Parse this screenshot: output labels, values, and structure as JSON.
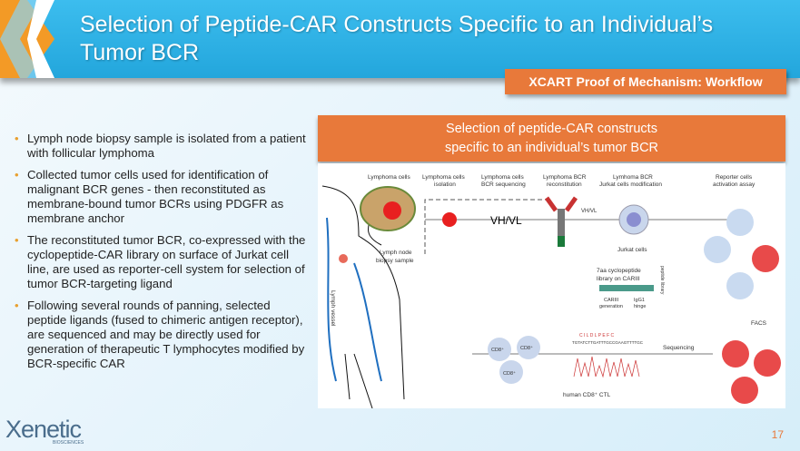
{
  "header": {
    "title": "Selection of Peptide-CAR Constructs Specific to an Individual’s Tumor BCR",
    "tag": "XCART Proof of Mechanism: Workflow"
  },
  "bullets": [
    "Lymph node biopsy sample is isolated from a patient with follicular lymphoma",
    "Collected tumor cells used for identification of malignant BCR genes - then reconstituted as membrane-bound tumor BCRs using PDGFR as membrane anchor",
    "The reconstituted tumor BCR, co-expressed with the cyclopeptide-CAR library on surface of Jurkat cell line, are used as reporter-cell system for selection of tumor BCR-targeting ligand",
    "Following several rounds of panning, selected peptide ligands (fused to chimeric antigen receptor), are sequenced and may be directly used for generation of therapeutic T lymphocytes modified by BCR-specific CAR"
  ],
  "figure": {
    "title_line1": "Selection of peptide-CAR constructs",
    "title_line2": "specific to an individual’s tumor BCR",
    "labels": {
      "s1a": "Lymphoma cells",
      "s2a": "Lymphoma cells",
      "s2b": "isolation",
      "s3a": "Lymphoma cells",
      "s3b": "BCR sequencing",
      "s4a": "Lymphoma BCR",
      "s4b": "reconstitution",
      "s5a": "Lymhoma BCR",
      "s5b": "Jurkat cells modification",
      "s6a": "Reporter cells",
      "s6b": "activation assay",
      "vhvl": "VH/VL",
      "vhvl_small": "VH/VL",
      "jurkat": "Jurkat cells",
      "lymph1": "Lymph node",
      "lymph2": "biopsy sample",
      "vessel": "Lymph vessel",
      "lib1": "7aa cyclopeptide",
      "lib2": "library on CARIII",
      "carIII1": "CARIII",
      "carIII2": "generation",
      "igg1": "IgG1",
      "igg2": "hinge",
      "peptide_lib": "peptide library",
      "facs": "FACS",
      "sequencing": "Sequencing",
      "peptide_seq": "C I L D L P E F C",
      "dna_seq": "TGTATCTTGATTTGCCGAAGTTTTGC",
      "cd8": "CD8⁺",
      "ctl": "human CD8⁺ CTL"
    }
  },
  "footer": {
    "logo": "Xenetic",
    "logo_sub": "BIOSCIENCES",
    "page": "17"
  },
  "colors": {
    "header_blue": "#23a6dc",
    "accent_orange": "#e8793a"
  }
}
